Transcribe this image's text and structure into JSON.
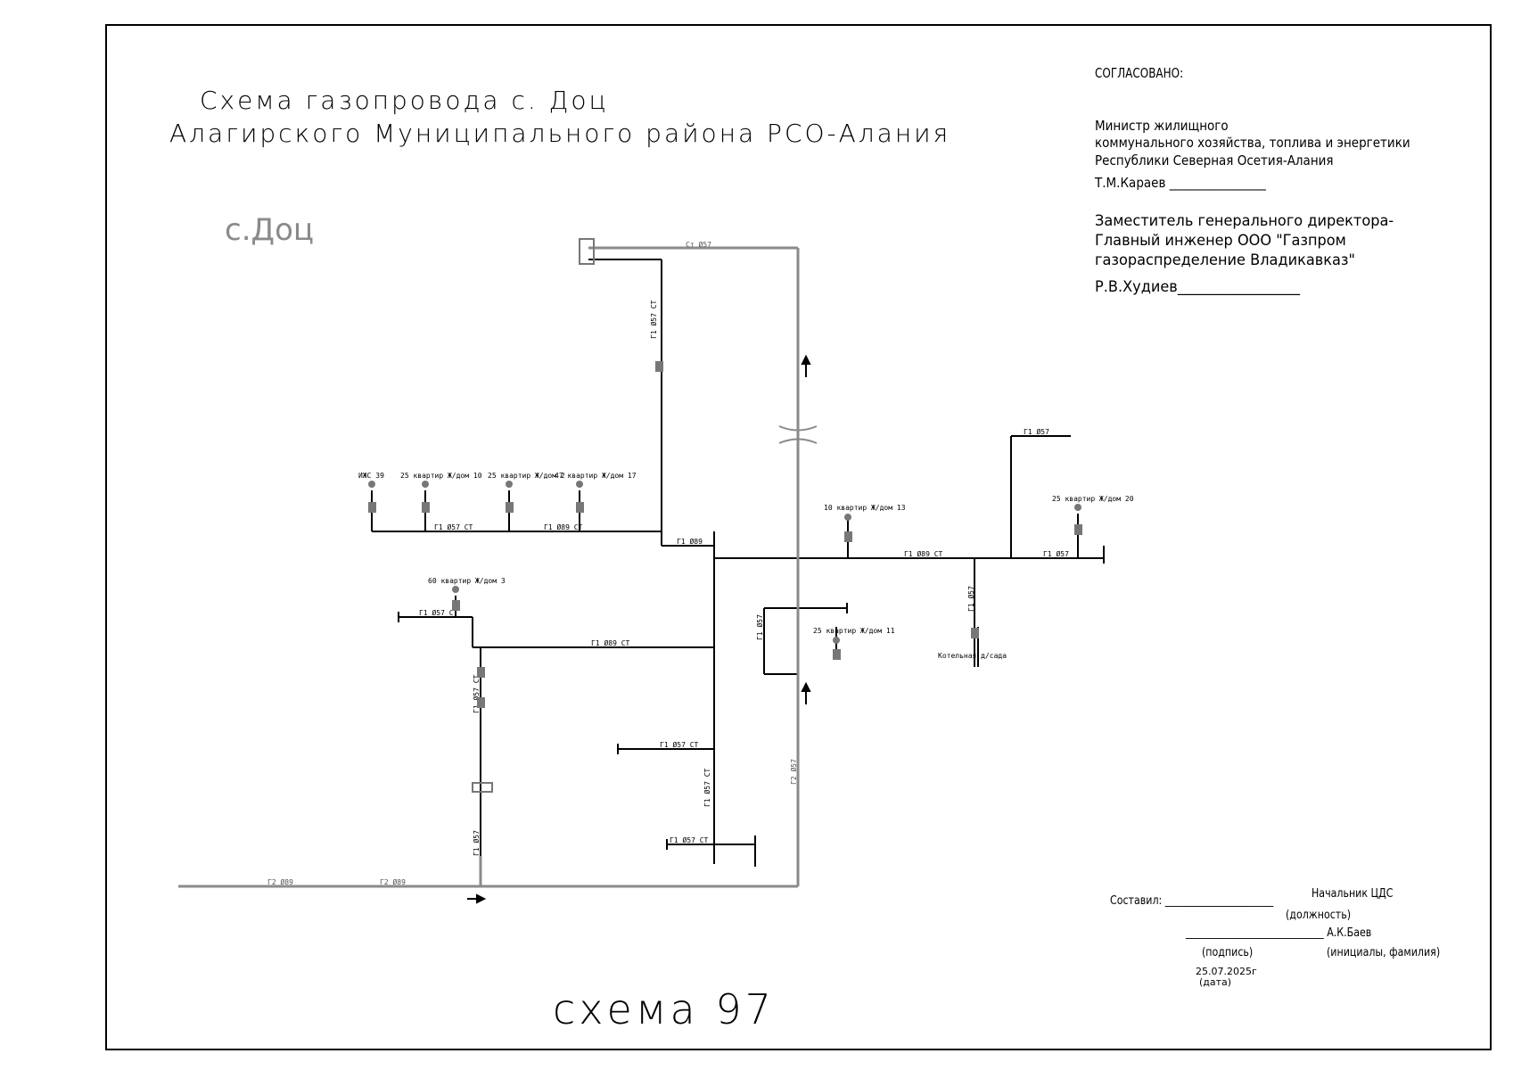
{
  "header": {
    "title_line1": "Схема газопровода с. Доц",
    "title_line2": "Алагирского  Муниципального района РСО-Алания",
    "village": "с.Доц"
  },
  "approval": {
    "heading": "СОГЛАСОВАНО:",
    "minister_line1": "Министр жилищного",
    "minister_line2": "коммунального  хозяйства, топлива и энергетики",
    "minister_line3": "Республики Северная Осетия-Алания",
    "minister_signature": "Т.М.Караев ________________",
    "deputy_line1": "Заместитель генерального директора-",
    "deputy_line2": "Главный инженер  ООО \"Газпром",
    "deputy_line3": "газораспределение Владикавказ\"",
    "deputy_signature": "Р.В.Худиев_________________"
  },
  "stamp": {
    "compiled_label": "Составил: ______________________",
    "role_value": "Начальник ЦДС",
    "role_caption": "(должность)",
    "name_value": "____________________________ А.К.Баев",
    "sign_caption": "(подпись)",
    "name_caption": "(инициалы, фамилия)",
    "date_value": "25.07.2025г",
    "date_caption": "(дата)"
  },
  "scheme_number": "схема 97",
  "pipe_labels": {
    "p1": "Ст Ø57",
    "p2": "Г1 Ø57 СТ",
    "p3": "Г1 Ø57 СТ",
    "p4": "Г1 Ø89 СТ",
    "p5": "Г1 Ø89",
    "p6": "Г1 Ø89 СТ",
    "p7": "Г1 Ø57",
    "p8": "Г1 Ø57",
    "p9": "Г1 Ø89 СТ",
    "p10": "Г1 Ø57 СТ",
    "p11": "Г1 Ø57",
    "p12": "Г1 Ø57 СТ",
    "p13": "Г1 Ø57 СТ",
    "p14": "Г1 Ø57 СТ",
    "p15": "Г2 Ø57",
    "p16": "Г2 Ø89",
    "p17": "Г1 Ø57",
    "p18": "Г1 Ø57 СТ",
    "p19": "Г1 Ø57"
  },
  "consumer_labels": {
    "c1": "ИЖС 39",
    "c2": "25 квартир Ж/дом 10",
    "c3": "25 квартир Ж/дом 2",
    "c4": "47 квартир Ж/дом 17",
    "c5": "60 квартир Ж/дом 3",
    "c6": "10 квартир Ж/дом 13",
    "c7": "25 квартир Ж/дом 11",
    "c8": "Котельная д/сада",
    "c9": "25 квартир Ж/дом 20"
  }
}
